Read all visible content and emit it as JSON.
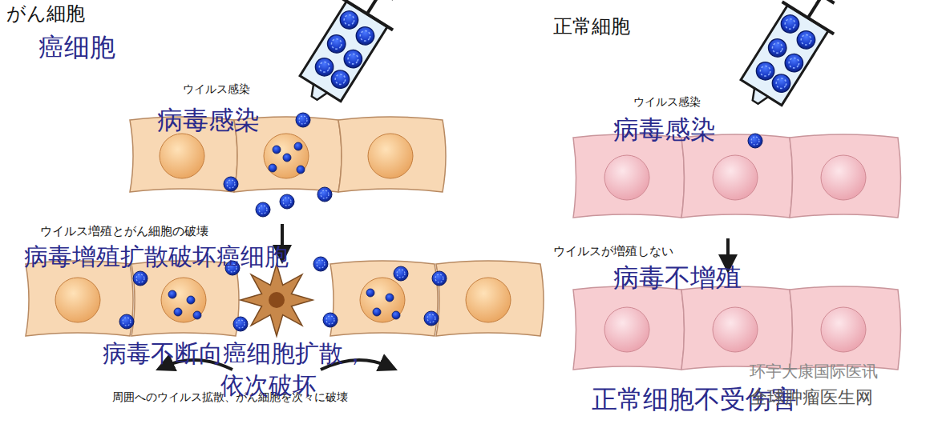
{
  "diagram": {
    "labels": [
      "がん細胞",
      "癌细胞",
      "ウイルス感染",
      "病毒感染",
      "ウイルス増殖とがん細胞の破壊",
      "病毒增殖扩散破坏癌细胞",
      "病毒不断向癌细胞扩散，",
      "周囲へのウイルス拡散、がん細胞を次々に破壊",
      "依次破坏",
      "正常細胞",
      "ウイルス感染",
      "病毒感染",
      "ウイルスが増殖しない",
      "病毒不增殖",
      "正常细胞不受伤害",
      "环宇大康国际医讯",
      "全球肿瘤医生网"
    ]
  }
}
